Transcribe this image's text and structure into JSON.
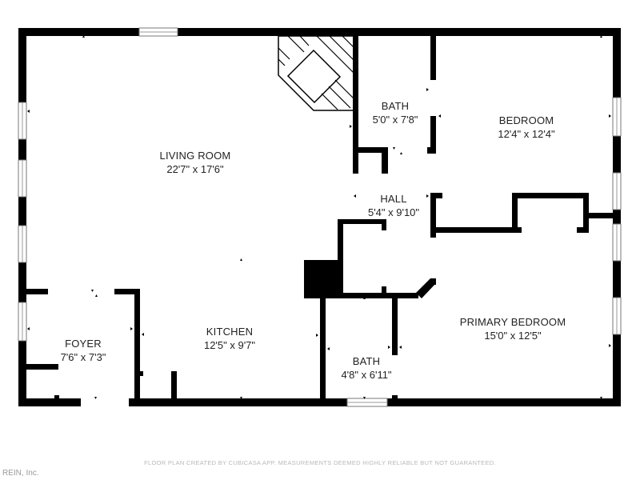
{
  "floor_plan": {
    "rooms": [
      {
        "id": "living-room",
        "name": "LIVING ROOM",
        "dimensions": "22'7\" x 17'6\""
      },
      {
        "id": "bath-1",
        "name": "BATH",
        "dimensions": "5'0\" x 7'8\""
      },
      {
        "id": "bedroom",
        "name": "BEDROOM",
        "dimensions": "12'4\" x 12'4\""
      },
      {
        "id": "hall",
        "name": "HALL",
        "dimensions": "5'4\" x 9'10\""
      },
      {
        "id": "foyer",
        "name": "FOYER",
        "dimensions": "7'6\" x 7'3\""
      },
      {
        "id": "kitchen",
        "name": "KITCHEN",
        "dimensions": "12'5\" x 9'7\""
      },
      {
        "id": "bath-2",
        "name": "BATH",
        "dimensions": "4'8\" x 6'11\""
      },
      {
        "id": "primary-bedroom",
        "name": "PRIMARY BEDROOM",
        "dimensions": "15'0\" x 12'5\""
      }
    ],
    "colors": {
      "wall": "#000000",
      "background": "#ffffff",
      "window_stroke": "#888888"
    }
  },
  "footer": {
    "disclaimer": "FLOOR PLAN CREATED BY CUBICASA APP. MEASUREMENTS DEEMED HIGHLY RELIABLE BUT NOT GUARANTEED.",
    "credit": "REIN, Inc."
  }
}
